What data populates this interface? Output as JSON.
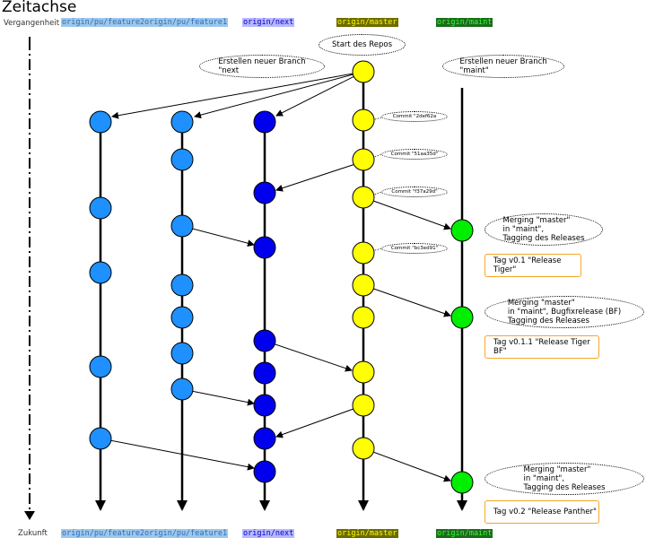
{
  "title": "Zeitachse",
  "axis": {
    "past": "Vergangenheit",
    "future": "Zukunft"
  },
  "branches": [
    {
      "key": "feature2",
      "label": "origin/pu/feature2"
    },
    {
      "key": "feature1",
      "label": "origin/pu/feature1"
    },
    {
      "key": "next",
      "label": "origin/next"
    },
    {
      "key": "master",
      "label": "origin/master"
    },
    {
      "key": "maint",
      "label": "origin/maint"
    }
  ],
  "bubbles": {
    "start": "Start des Repos",
    "new_next": "Erstellen neuer Branch\n\"next",
    "new_maint": "Erstellen neuer Branch\n\"maint\"",
    "merge1": "Merging \"master\"\nin \"maint\",\nTagging des Releases",
    "merge2": "Merging \"master\"\nin \"maint\", Bugfixrelease (BF)\nTagging des Releases",
    "merge3": "Merging \"master\"\nin \"maint\",\nTagging des Releases"
  },
  "commits": [
    "Commit \"2def62a",
    "Commit \"51aa35d\"",
    "Commit \"f37a29d\"",
    "Commit \"bc3ed91\""
  ],
  "tags": [
    "Tag v0.1 \"Release Tiger\"",
    "Tag v0.1.1 \"Release Tiger BF\"",
    "Tag v0.2 \"Release Panther\""
  ],
  "colors": {
    "feature": "#1e90ff",
    "next": "#0000ee",
    "master": "#ffff00",
    "maint": "#00ee00",
    "tag_border": "#f5a623"
  }
}
